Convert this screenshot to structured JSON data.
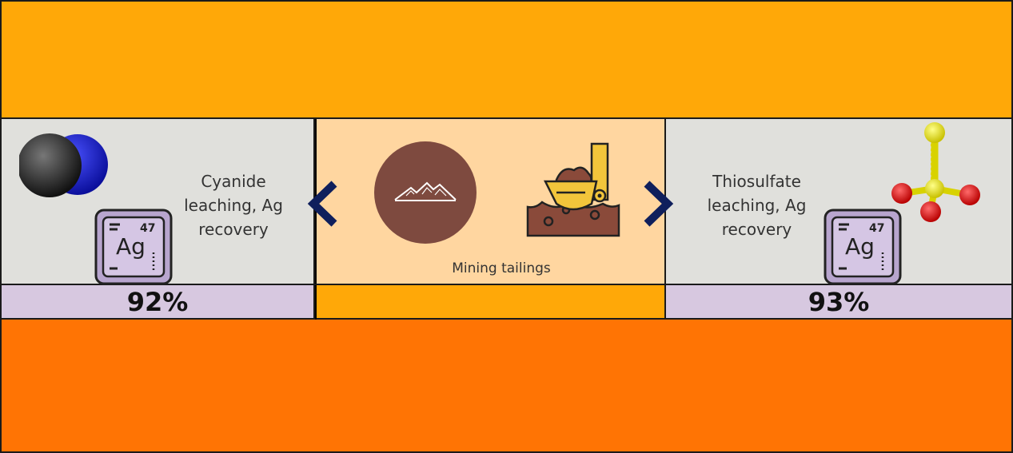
{
  "left": {
    "process_label_lines": [
      "Cyanide",
      "leaching, Ag",
      "recovery"
    ],
    "element_symbol": "Ag",
    "atomic_number": "47",
    "recovery": "92%",
    "molecule_icon": "cyanide-molecule-icon"
  },
  "center": {
    "label": "Mining tailings",
    "icons": [
      "mountains-icon",
      "mining-bucket-icon"
    ]
  },
  "right": {
    "process_label_lines": [
      "Thiosulfate",
      "leaching, Ag",
      "recovery"
    ],
    "element_symbol": "Ag",
    "atomic_number": "47",
    "recovery": "93%",
    "molecule_icon": "thiosulfate-molecule-icon"
  },
  "arrows": [
    "chevron-left-icon",
    "chevron-right-icon"
  ],
  "colors": {
    "top_band": "#FFA808",
    "bottom_band": "#FF7404",
    "side_panel": "#E0E0DC",
    "center_panel": "#FFD6A0",
    "result_cell": "#D7C8E0",
    "arrow": "#0F1F5C",
    "mountain_circle": "#7E4A3F"
  }
}
